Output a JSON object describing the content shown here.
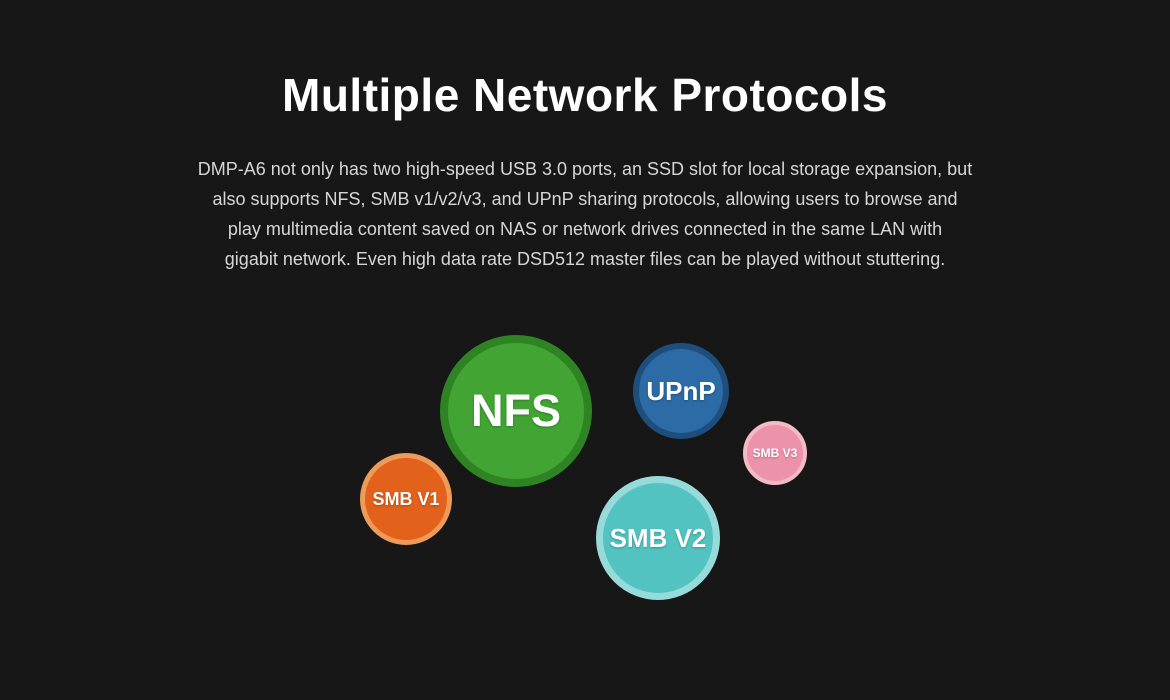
{
  "colors": {
    "background": "#171717",
    "title_text": "#ffffff",
    "body_text": "#d6d6d6",
    "nfs_fill": "#41a433",
    "nfs_ring": "#2e8422",
    "upnp_fill": "#2c6ba5",
    "upnp_ring": "#1e4e7e",
    "smb_v1_fill": "#e2611b",
    "smb_v1_ring": "#ee9a58",
    "smb_v2_fill": "#52c3c1",
    "smb_v2_ring": "#96dbd9",
    "smb_v3_fill": "#ec93ab",
    "smb_v3_ring": "#f3bac7"
  },
  "header": {
    "title": "Multiple Network Protocols"
  },
  "description": {
    "lines": [
      "DMP-A6 not only has two high-speed USB 3.0 ports, an SSD slot for local storage expansion, but",
      "also supports NFS, SMB v1/v2/v3, and UPnP sharing protocols, allowing users to browse and",
      "play multimedia content saved on NAS or network drives connected in the same LAN with",
      "gigabit network. Even high data rate DSD512 master files can be played without stuttering."
    ]
  },
  "bubbles": {
    "nfs": {
      "label": "NFS"
    },
    "upnp": {
      "label": "UPnP"
    },
    "smb_v1": {
      "label": "SMB V1"
    },
    "smb_v2": {
      "label": "SMB V2"
    },
    "smb_v3": {
      "label": "SMB V3"
    }
  }
}
